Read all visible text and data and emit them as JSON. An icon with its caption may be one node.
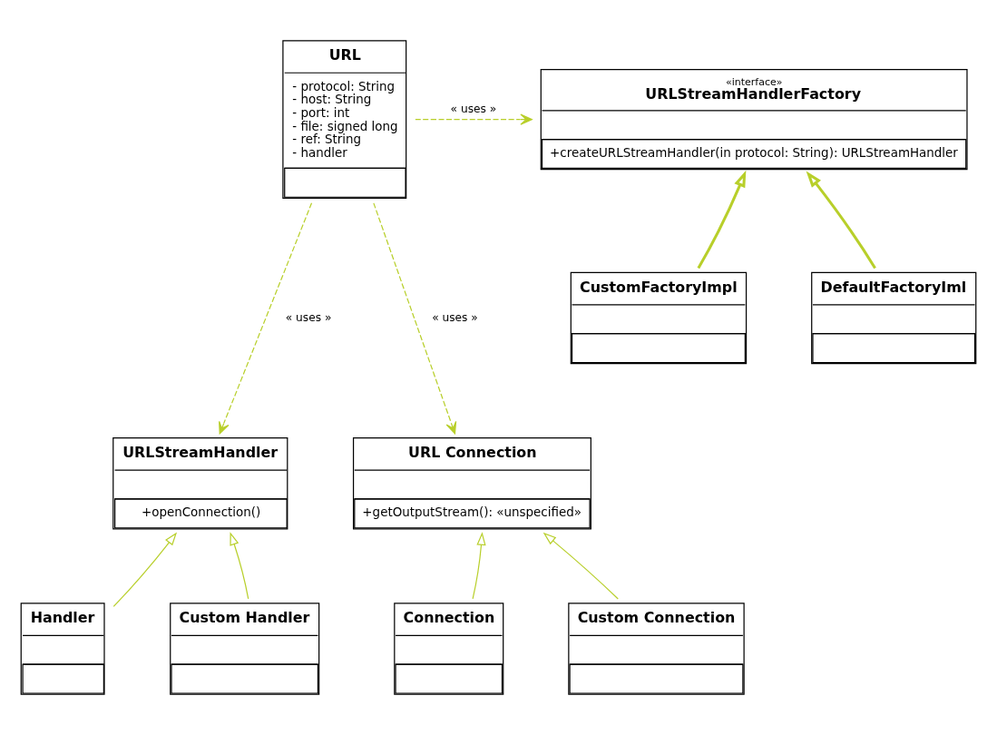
{
  "diagram": {
    "nodes": [
      {
        "text": [
          "URL",
          "- protocol: String",
          "- host: String",
          "- port: int",
          "- file: signed long",
          "- ref: String",
          "- handler"
        ]
      },
      {
        "text": [
          "«interface»",
          "URLStreamHandlerFactory",
          "+createURLStreamHandler(in protocol: String): URLStreamHandler"
        ]
      },
      {
        "text": [
          "CustomFactoryImpl"
        ]
      },
      {
        "text": [
          "DefaultFactoryIml"
        ]
      },
      {
        "text": [
          "URLStreamHandler",
          "+openConnection()"
        ]
      },
      {
        "text": [
          "URL Connection",
          "+getOutputStream(): «unspecified»"
        ]
      },
      {
        "text": [
          "Handler"
        ]
      },
      {
        "text": [
          "Custom Handler"
        ]
      },
      {
        "text": [
          "Connection"
        ]
      },
      {
        "text": [
          "Custom Connection"
        ]
      }
    ],
    "edges": [
      {
        "from": 0,
        "to": 1,
        "arrow": "to",
        "style": "dashed",
        "label": "« uses »"
      },
      {
        "from": 0,
        "to": 5,
        "arrow": "to",
        "style": "dashed",
        "label": "« uses »"
      },
      {
        "from": 0,
        "to": 4,
        "arrow": "to",
        "style": "dashed",
        "label": "« uses »"
      },
      {
        "from": 2,
        "to": 1,
        "arrow": "to",
        "style": "thick"
      },
      {
        "from": 3,
        "to": 1,
        "arrow": "to",
        "style": "thick"
      },
      {
        "from": 6,
        "to": 4,
        "arrow": "to"
      },
      {
        "from": 7,
        "to": 4,
        "arrow": "to"
      },
      {
        "from": 8,
        "to": 5,
        "arrow": "to"
      },
      {
        "from": 9,
        "to": 5,
        "arrow": "to"
      }
    ]
  }
}
